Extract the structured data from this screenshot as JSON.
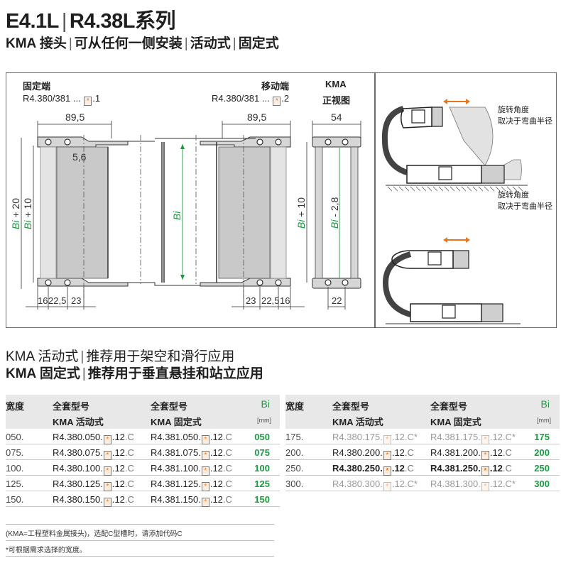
{
  "header": {
    "title_part1": "E4.1L",
    "title_sep": "|",
    "title_part2": "R4.38L系列",
    "subtitle_items": [
      "KMA 接头",
      "可从任何一侧安装",
      "活动式",
      "固定式"
    ],
    "subtitle_sep": "|"
  },
  "drawing": {
    "fixed_end": {
      "label": "固定端",
      "part_prefix": "R4.380/381 ...",
      "part_suffix": ".1",
      "star": "*"
    },
    "moving_end": {
      "label": "移动端",
      "part_prefix": "R4.380/381 ...",
      "part_suffix": ".2",
      "star": "*"
    },
    "front_view": {
      "label_line1": "KMA",
      "label_line2": "正视图"
    },
    "dimensions": {
      "left_width": "89,5",
      "right_width": "89,5",
      "front_width": "54",
      "hole_offset": "5,6",
      "left_bottom": [
        "16",
        "22,5",
        "23"
      ],
      "right_bottom": [
        "23",
        "22,5",
        "16"
      ],
      "front_bottom": "22",
      "height_outer": {
        "var": "Bi",
        "rest": " + 20"
      },
      "height_inner": {
        "var": "Bi",
        "rest": " + 10"
      },
      "center": {
        "var": "Bi",
        "rest": ""
      },
      "front_outer": {
        "var": "Bi",
        "rest": " + 10"
      },
      "front_inner": {
        "var": "Bi",
        "rest": " - 2,8"
      }
    },
    "right_panel": {
      "note_top_line1": "旋转角度",
      "note_top_line2": "取决于弯曲半径",
      "note_mid_line1": "旋转角度",
      "note_mid_line2": "取决于弯曲半径"
    }
  },
  "sections": {
    "line1_prefix": "KMA 活动式",
    "line1_text": "推荐用于架空和滑行应用",
    "line2_prefix": "KMA 固定式",
    "line2_text": "推荐用于垂直悬挂和站立应用",
    "sep": "|"
  },
  "table": {
    "headers": {
      "width": "宽度",
      "full_set_1": "全套型号",
      "type_1": "KMA 活动式",
      "full_set_2": "全套型号",
      "type_2": "KMA 固定式",
      "bi": "Bi",
      "unit": "[mm]"
    },
    "left_rows": [
      {
        "width": "050.",
        "m1": "R4.380.050.",
        "m2": "R4.381.050.",
        "tail": ".12",
        "suffix": ".C",
        "bi": "050",
        "optional": false
      },
      {
        "width": "075.",
        "m1": "R4.380.075.",
        "m2": "R4.381.075.",
        "tail": ".12",
        "suffix": ".C",
        "bi": "075",
        "optional": false
      },
      {
        "width": "100.",
        "m1": "R4.380.100.",
        "m2": "R4.381.100.",
        "tail": ".12",
        "suffix": ".C",
        "bi": "100",
        "optional": false
      },
      {
        "width": "125.",
        "m1": "R4.380.125.",
        "m2": "R4.381.125.",
        "tail": ".12",
        "suffix": ".C",
        "bi": "125",
        "optional": false
      },
      {
        "width": "150.",
        "m1": "R4.380.150.",
        "m2": "R4.381.150.",
        "tail": ".12",
        "suffix": ".C",
        "bi": "150",
        "optional": false
      }
    ],
    "right_rows": [
      {
        "width": "175.",
        "m1": "R4.380.175.",
        "m2": "R4.381.175.",
        "tail": ".12",
        "suffix": ".C*",
        "bi": "175",
        "optional": true
      },
      {
        "width": "200.",
        "m1": "R4.380.200.",
        "m2": "R4.381.200.",
        "tail": ".12",
        "suffix": ".C",
        "bi": "200",
        "optional": false
      },
      {
        "width": "250.",
        "m1": "R4.380.250.",
        "m2": "R4.381.250.",
        "tail": ".12",
        "suffix": ".C",
        "bi": "250",
        "optional": false
      },
      {
        "width": "300.",
        "m1": "R4.380.300.",
        "m2": "R4.381.300.",
        "tail": ".12",
        "suffix": ".C*",
        "bi": "300",
        "optional": true
      }
    ],
    "star": "*"
  },
  "footnotes": {
    "note1": "(KMA=工程塑料金属接头)，选配C型槽时，请添加代码C",
    "note2": "*可根据需求选择的宽度。"
  },
  "colors": {
    "accent_green": "#1a9c3e",
    "accent_orange": "#e87722",
    "header_gray": "#e8e8e8"
  }
}
